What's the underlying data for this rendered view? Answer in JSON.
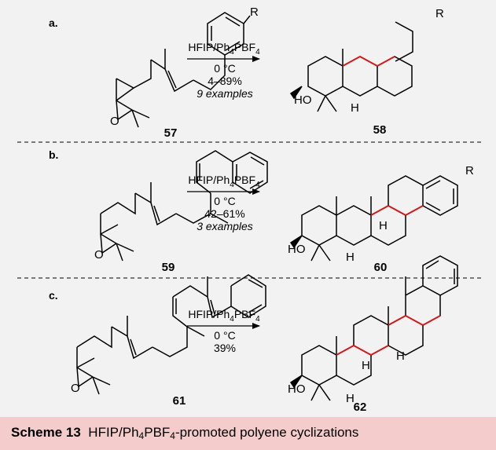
{
  "accent": "#d01c1c",
  "caption": {
    "label": "Scheme 13",
    "text_a": "HFIP/Ph",
    "sub1": "4",
    "text_b": "PBF",
    "sub2": "4",
    "text_c": "-promoted polyene cyclizations"
  },
  "panels": [
    {
      "letter": "a.",
      "sm_number": "57",
      "product_number": "58",
      "reagent": "HFIP/Ph",
      "reagent_sub1": "4",
      "reagent_mid": "PBF",
      "reagent_sub2": "4",
      "temp": "0 °C",
      "yield": "4–89%",
      "examples": "9 examples",
      "r_label": "R",
      "r_label_product": "R",
      "ho": "HO",
      "h1": "H"
    },
    {
      "letter": "b.",
      "sm_number": "59",
      "product_number": "60",
      "reagent": "HFIP/Ph",
      "reagent_sub1": "4",
      "reagent_mid": "PBF",
      "reagent_sub2": "4",
      "temp": "0 °C",
      "yield": "42–61%",
      "examples": "3 examples",
      "r_label_product": "R",
      "ho": "HO",
      "h1": "H",
      "h2": "H"
    },
    {
      "letter": "c.",
      "sm_number": "61",
      "product_number": "62",
      "reagent": "HFIP/Ph",
      "reagent_sub1": "4",
      "reagent_mid": "PBF",
      "reagent_sub2": "4",
      "temp": "0 °C",
      "yield": "39%",
      "ho": "HO",
      "h1": "H",
      "h2": "H",
      "h3": "H"
    }
  ],
  "oxygen_label": "O"
}
